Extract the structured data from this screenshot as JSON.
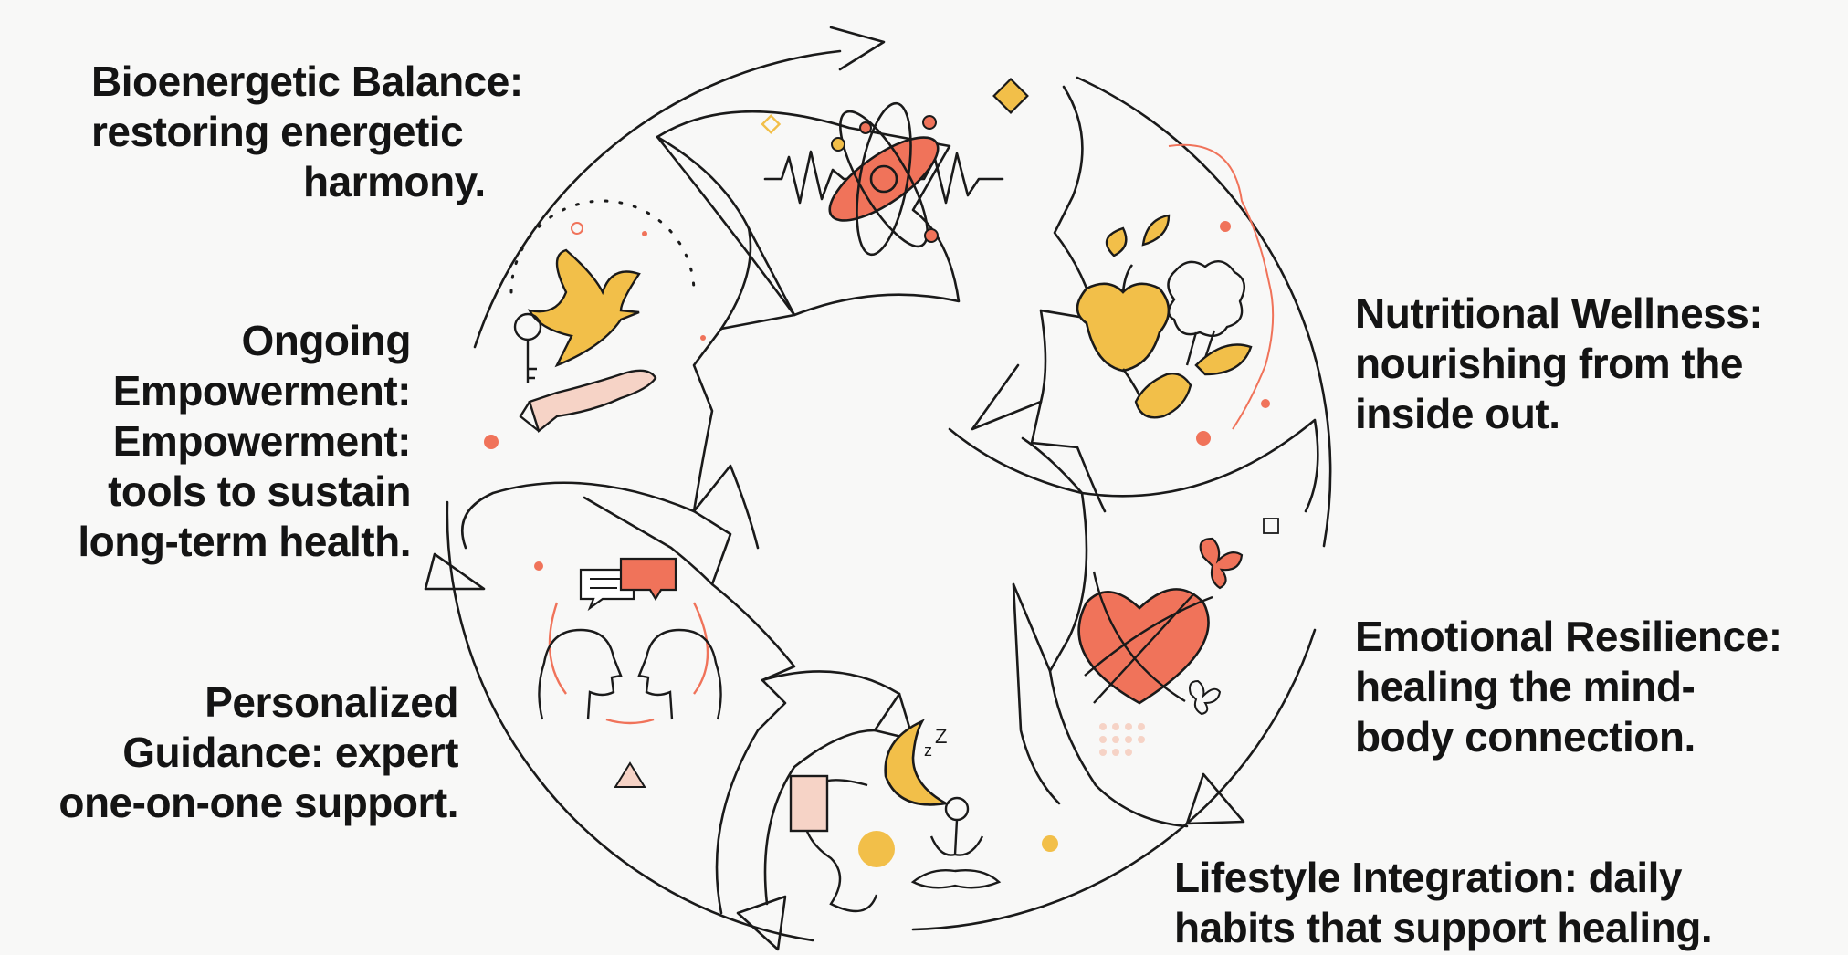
{
  "colors": {
    "ink": "#1a1a1a",
    "coral": "#f0735a",
    "gold": "#f2bf49",
    "peach": "#f6d3c6",
    "background": "#f8f8f7"
  },
  "stages": [
    {
      "id": "bioenergetic",
      "icon": "atom-icon",
      "lines": [
        "Bioenergetic Balance:",
        "restoring energetic",
        "harmony."
      ]
    },
    {
      "id": "nutritional",
      "icon": "fruit-vegetable-icon",
      "lines": [
        "Nutritional Wellness:",
        "nourishing from the",
        "inside out."
      ]
    },
    {
      "id": "emotional",
      "icon": "heart-butterfly-icon",
      "lines": [
        "Emotional Resilience:",
        "healing the mind-",
        "body connection."
      ]
    },
    {
      "id": "lifestyle",
      "icon": "meditation-moon-icon",
      "lines": [
        "Lifestyle Integration: daily",
        "habits that support healing."
      ]
    },
    {
      "id": "personalized",
      "icon": "consultation-icon",
      "lines": [
        "Personalized",
        "Guidance: expert",
        "one-on-one support."
      ]
    },
    {
      "id": "ongoing",
      "icon": "dove-hand-key-icon",
      "lines": [
        "Ongoing",
        "Empowerment:",
        "Empowerment:",
        "tools to sustain",
        "long-term health."
      ]
    }
  ]
}
